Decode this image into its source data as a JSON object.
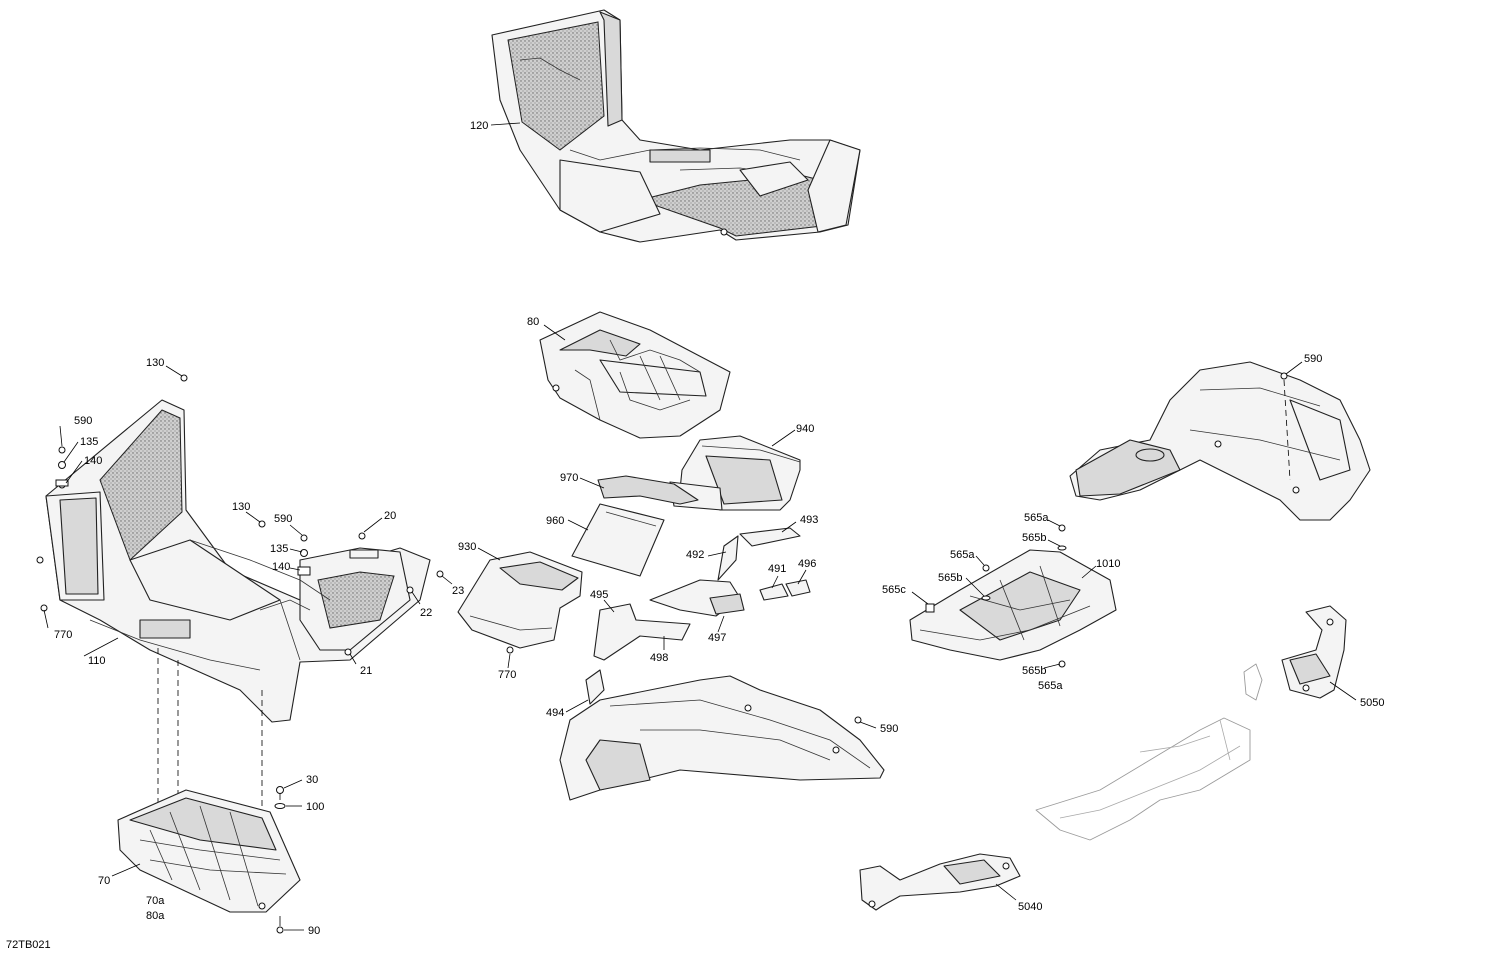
{
  "diagram": {
    "drawing_code": "72TB021",
    "callouts": {
      "c120": "120",
      "c80": "80",
      "c130a": "130",
      "c590a": "590",
      "c135a": "135",
      "c140a": "140",
      "c130b": "130",
      "c590b": "590",
      "c135b": "135",
      "c140b": "140",
      "c20": "20",
      "c23": "23",
      "c22": "22",
      "c21": "21",
      "c770a": "770",
      "c110": "110",
      "c30": "30",
      "c100": "100",
      "c70": "70",
      "c70a": "70a",
      "c80a": "80a",
      "c90": "90",
      "c940": "940",
      "c970": "970",
      "c960": "960",
      "c930": "930",
      "c770b": "770",
      "c493": "493",
      "c492": "492",
      "c491": "491",
      "c496": "496",
      "c495": "495",
      "c497": "497",
      "c498": "498",
      "c494": "494",
      "c590c": "590",
      "c590d": "590",
      "c565a1": "565a",
      "c565b1": "565b",
      "c565a2": "565a",
      "c565b2": "565b",
      "c565c": "565c",
      "c1010": "1010",
      "c565b3": "565b",
      "c565a3": "565a",
      "c5050": "5050",
      "c5040": "5040"
    }
  }
}
